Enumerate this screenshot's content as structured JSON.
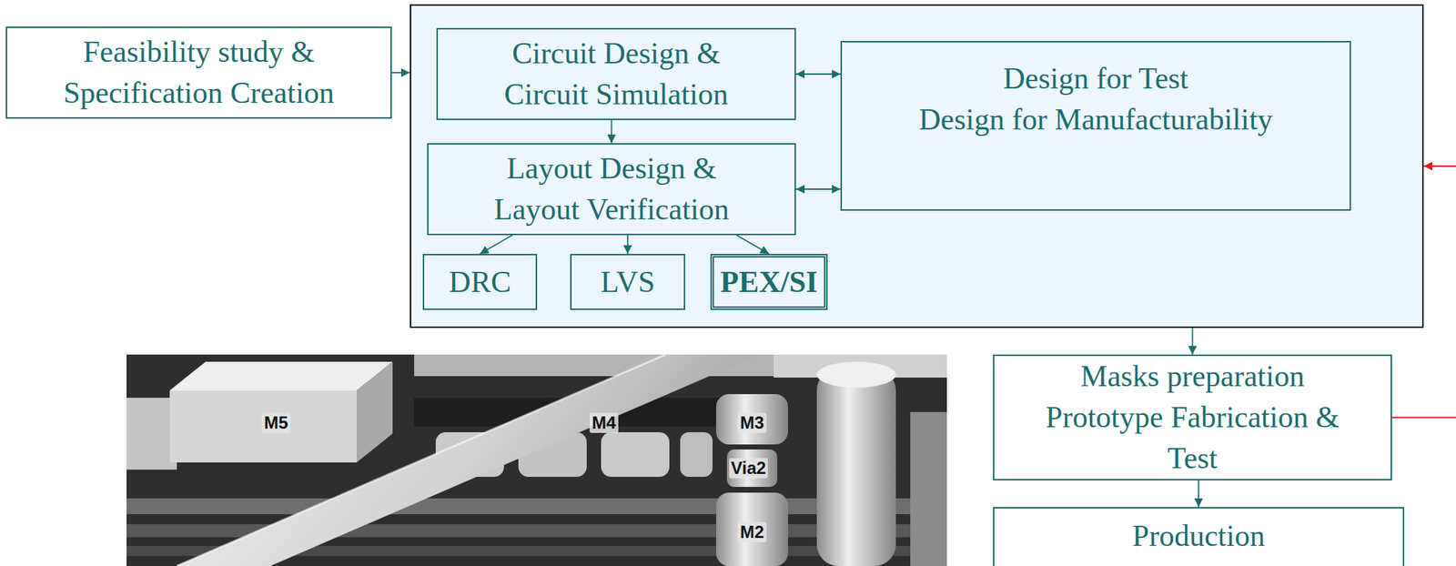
{
  "diagram": {
    "nodes": [
      {
        "text": [
          "Feasibility study & Specification Creation"
        ]
      },
      {
        "text": []
      },
      {
        "text": [
          "Circuit Design & Circuit Simulation"
        ],
        "in": 1
      },
      {
        "text": [
          "Design for Test",
          "Design for Manufacturability"
        ],
        "in": 1
      },
      {
        "text": [
          "Layout Design & Layout Verification"
        ],
        "in": 1
      },
      {
        "text": [
          "DRC"
        ],
        "in": 1
      },
      {
        "text": [
          "LVS"
        ],
        "in": 1
      },
      {
        "text": [
          "PEX/SI"
        ],
        "in": 1
      },
      {
        "text": [
          "Masks preparation",
          "Prototype Fabrication & Test"
        ]
      },
      {
        "text": [
          "Production"
        ]
      }
    ],
    "edges": [
      {
        "from": 0,
        "to": 1,
        "arrow": "to"
      },
      {
        "from": 2,
        "to": 4,
        "arrow": "to"
      },
      {
        "from": 2,
        "to": 3,
        "arrow": "both"
      },
      {
        "from": 4,
        "to": 3,
        "arrow": "both"
      },
      {
        "from": 4,
        "to": 5,
        "arrow": "to"
      },
      {
        "from": 4,
        "to": 6,
        "arrow": "to"
      },
      {
        "from": 4,
        "to": 7,
        "arrow": "to"
      },
      {
        "from": 1,
        "to": 8,
        "arrow": "to"
      },
      {
        "from": 8,
        "to": 9,
        "arrow": "to"
      },
      {
        "from": 8,
        "to": 1,
        "arrow": "to"
      }
    ],
    "labels": [
      "M5",
      "M4",
      "M3",
      "Via2",
      "M2"
    ]
  }
}
